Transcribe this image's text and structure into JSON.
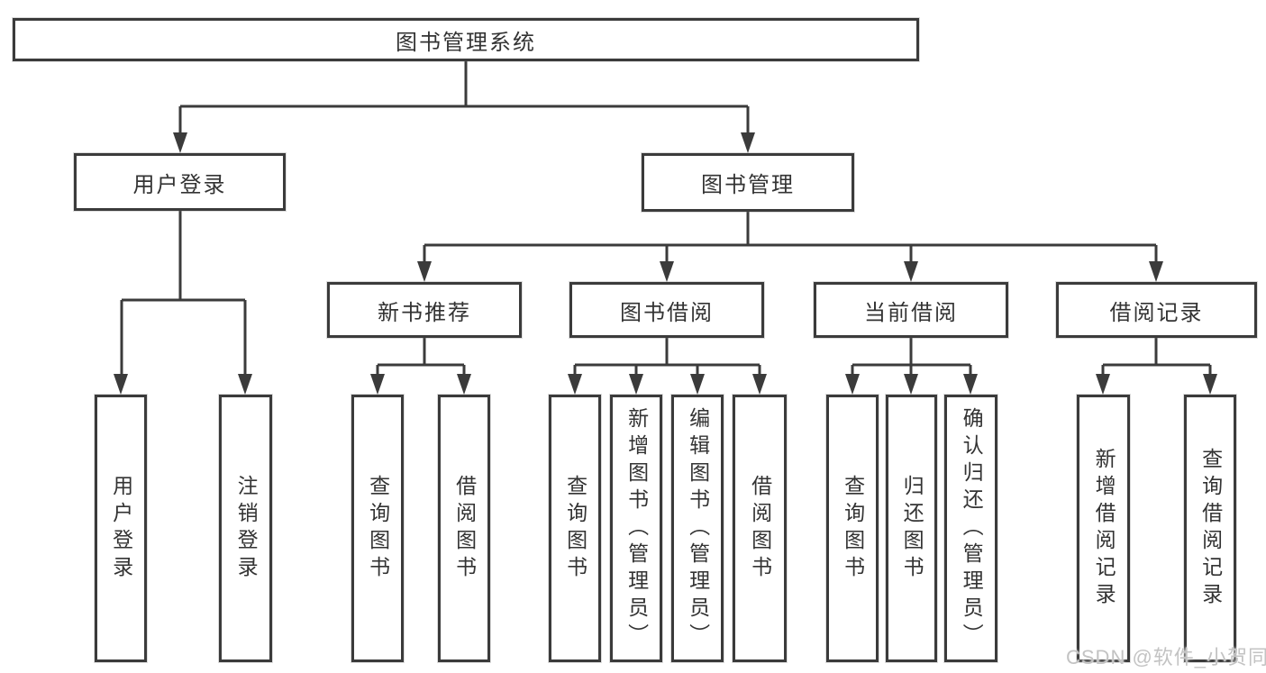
{
  "diagram": {
    "title": "图书管理系统",
    "level2": {
      "user_login": "用户登录",
      "book_mgmt": "图书管理"
    },
    "level3": {
      "new_book_rec": "新书推荐",
      "book_borrow": "图书借阅",
      "current_borrow": "当前借阅",
      "borrow_records": "借阅记录"
    },
    "leaves": {
      "user_login": "用户登录",
      "logout": "注销登录",
      "query_book_a": "查询图书",
      "borrow_book_a": "借阅图书",
      "query_book_b": "查询图书",
      "add_book_admin": "新增图书（管理员）",
      "edit_book_admin": "编辑图书（管理员）",
      "borrow_book_b": "借阅图书",
      "query_book_c": "查询图书",
      "return_book": "归还图书",
      "confirm_return_admin": "确认归还（管理员）",
      "add_borrow_record": "新增借阅记录",
      "query_borrow_record": "查询借阅记录"
    }
  },
  "watermark": "CSDN @软件_小贺同学",
  "colors": {
    "line": "#3b3b3b",
    "text": "#333333",
    "watermark": "#c3c3c3",
    "background": "#ffffff"
  }
}
